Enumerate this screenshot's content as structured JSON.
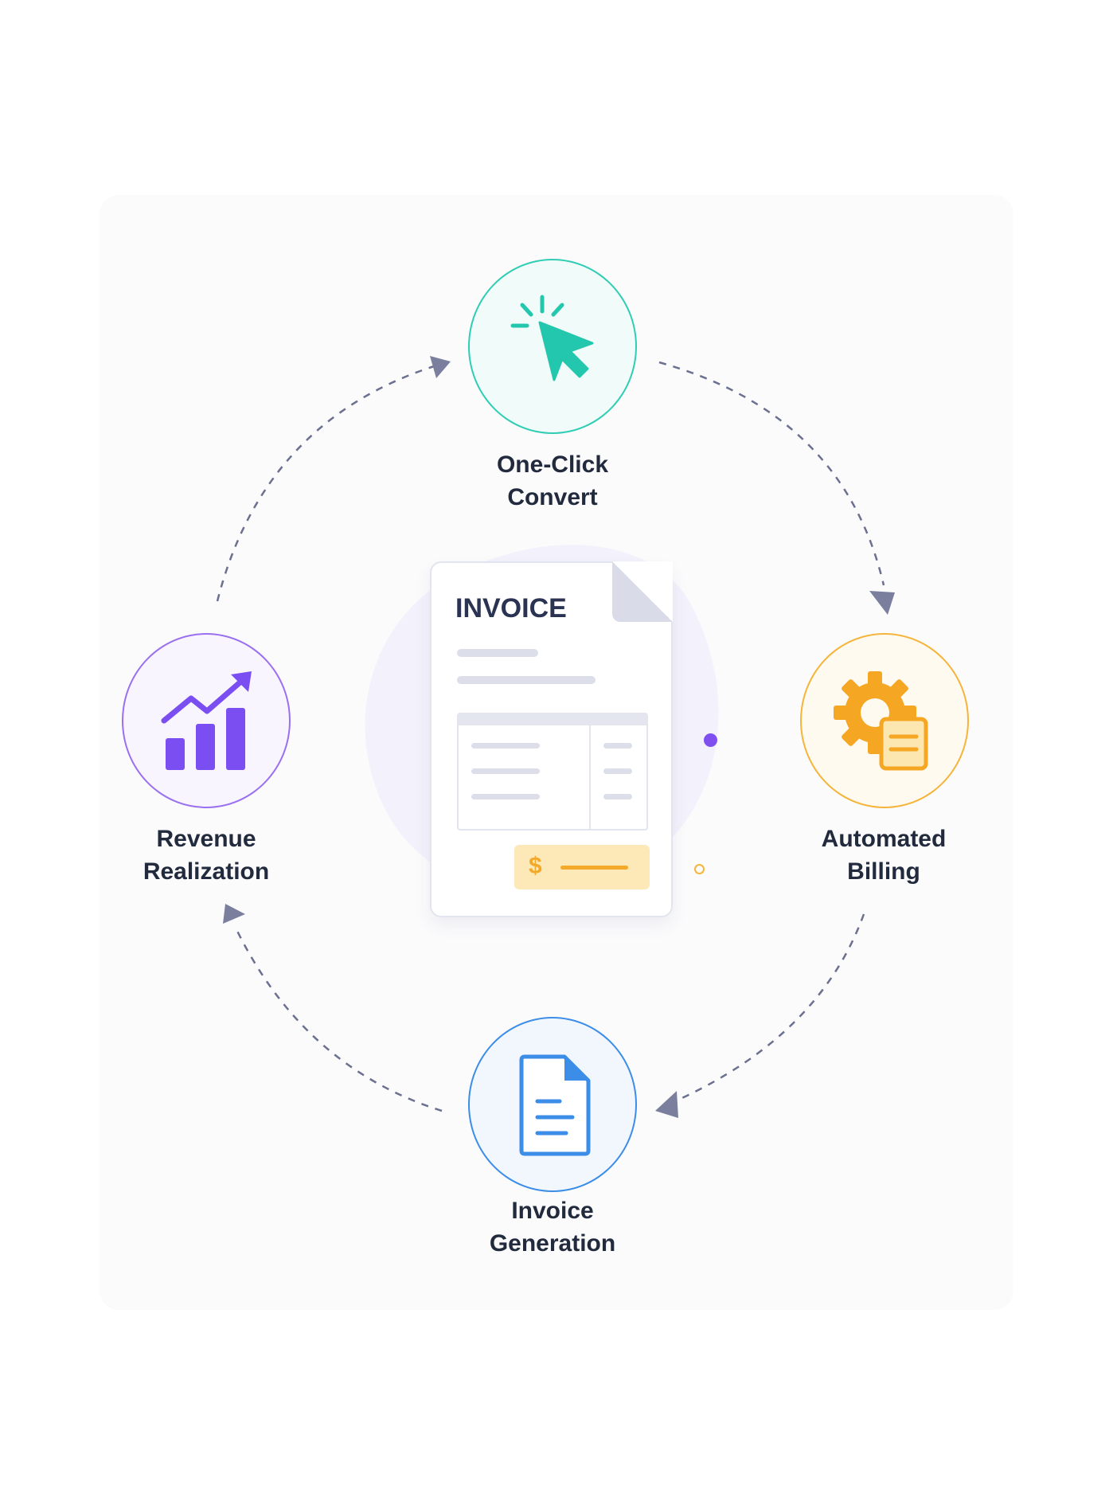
{
  "diagram": {
    "center_document": {
      "title": "INVOICE",
      "currency_symbol": "$"
    },
    "steps": [
      {
        "id": "convert",
        "label_line1": "One-Click",
        "label_line2": "Convert",
        "icon": "cursor-click-icon",
        "color": "#2fcdb4"
      },
      {
        "id": "billing",
        "label_line1": "Automated",
        "label_line2": "Billing",
        "icon": "gear-document-icon",
        "color": "#f5b43a"
      },
      {
        "id": "invoice",
        "label_line1": "Invoice",
        "label_line2": "Generation",
        "icon": "document-icon",
        "color": "#3b8de8"
      },
      {
        "id": "revenue",
        "label_line1": "Revenue",
        "label_line2": "Realization",
        "icon": "bar-chart-growth-icon",
        "color": "#9a70f0"
      }
    ],
    "flow_direction": "clockwise",
    "connector_color": "#6b7090"
  }
}
